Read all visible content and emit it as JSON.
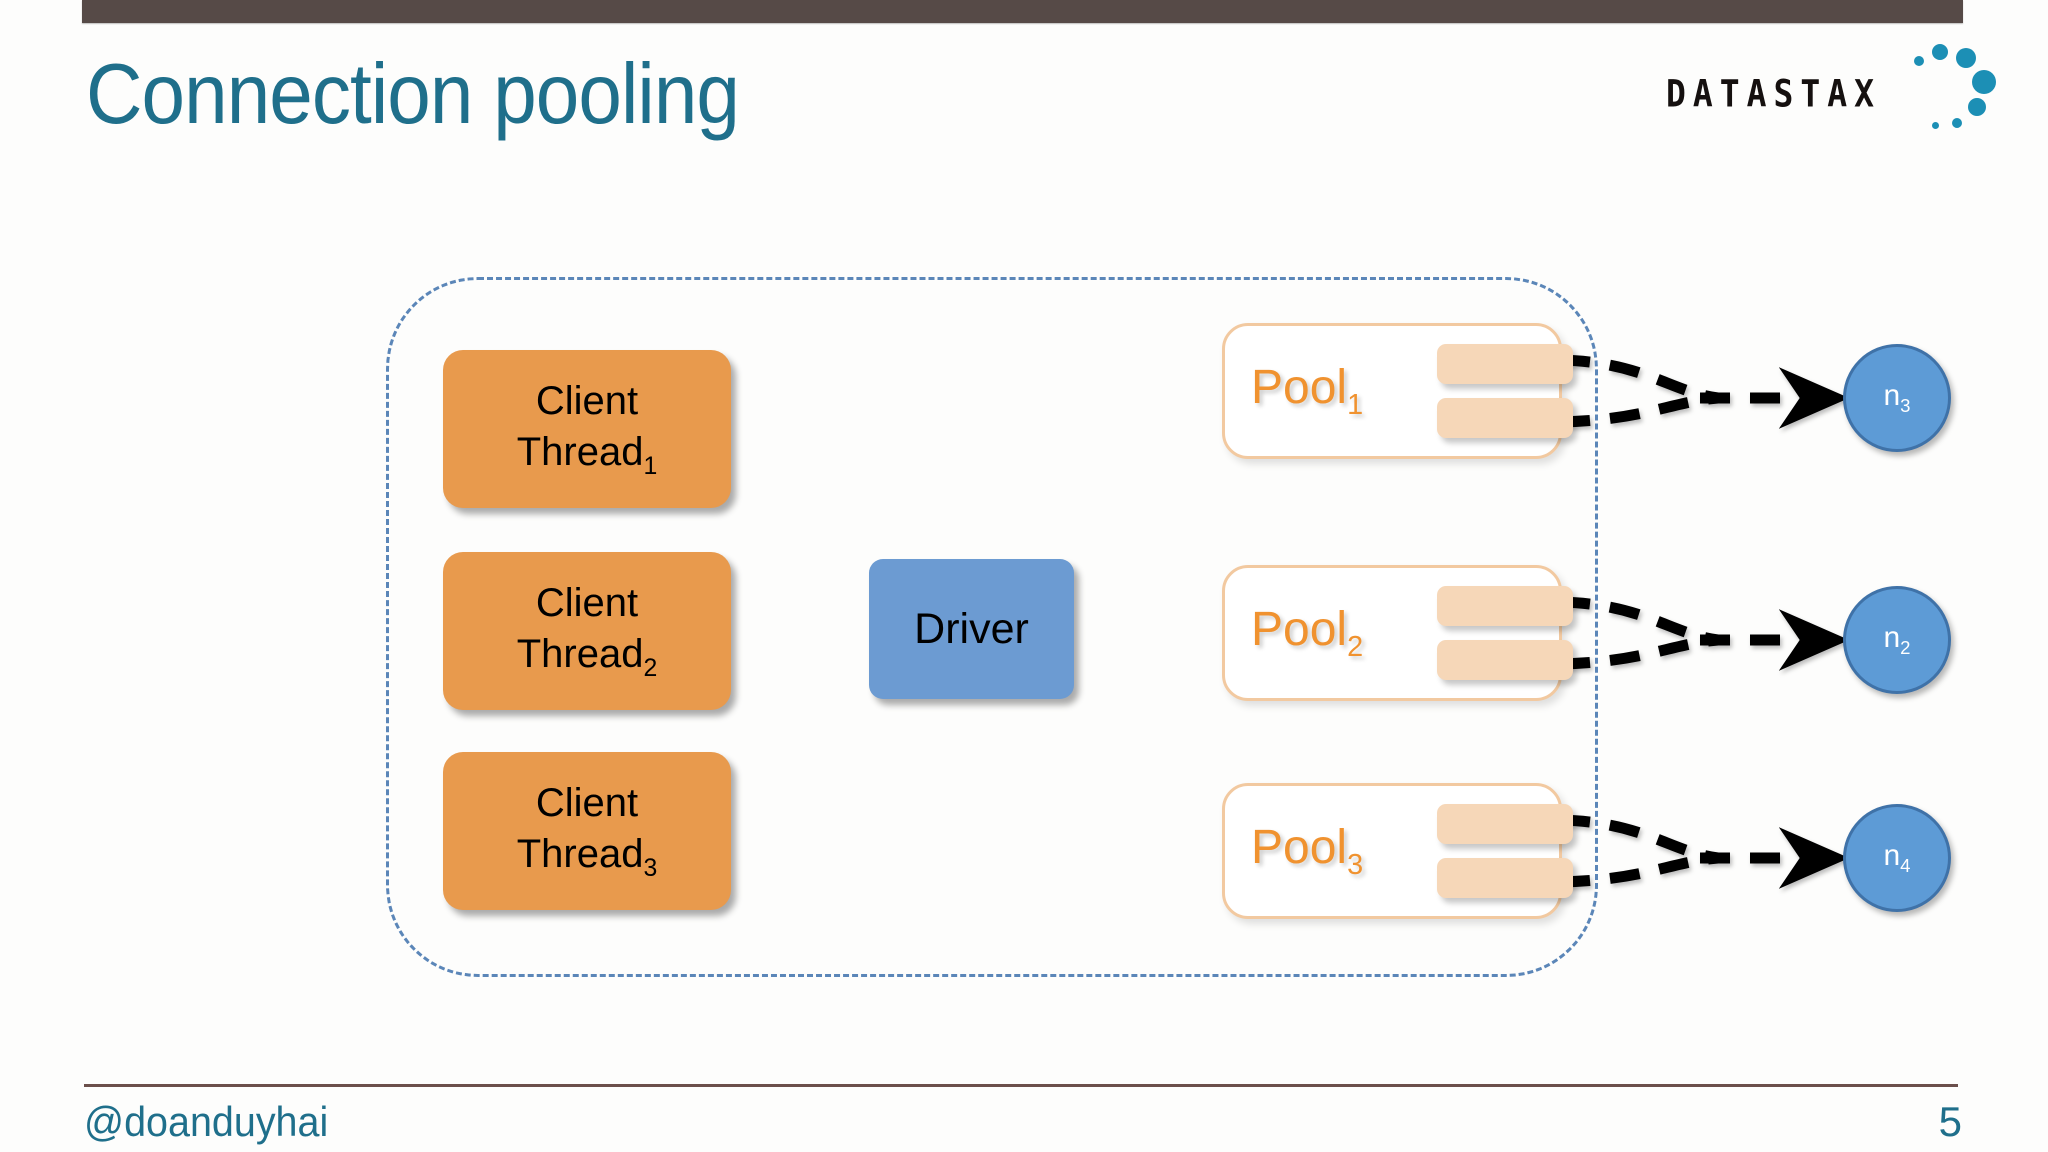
{
  "slide": {
    "title": "Connection pooling",
    "page_number": "5",
    "handle": "@doanduyhai",
    "accent_color": "#1f6f8b",
    "bar_color": "#564a47"
  },
  "logo": {
    "wordmark": "DATASTAX",
    "dot_color": "#1c8fb5",
    "icon_name": "datastax-logo"
  },
  "diagram": {
    "scope_label": "driver-scope-container",
    "scope_border_color": "#5b86b8",
    "clients": [
      {
        "line1": "Client",
        "line2": "Thread",
        "sub": "1",
        "color": "#e89a4d"
      },
      {
        "line1": "Client",
        "line2": "Thread",
        "sub": "2",
        "color": "#e89a4d"
      },
      {
        "line1": "Client",
        "line2": "Thread",
        "sub": "3",
        "color": "#e89a4d"
      }
    ],
    "driver": {
      "label": "Driver",
      "color": "#6c9bd2"
    },
    "pools": [
      {
        "label": "Pool",
        "sub": "1",
        "color": "#f0922f",
        "connections": 2
      },
      {
        "label": "Pool",
        "sub": "2",
        "color": "#f0922f",
        "connections": 2
      },
      {
        "label": "Pool",
        "sub": "3",
        "color": "#f0922f",
        "connections": 2
      }
    ],
    "nodes": [
      {
        "label": "n",
        "sub": "3",
        "color": "#5d9bd6"
      },
      {
        "label": "n",
        "sub": "2",
        "color": "#5d9bd6"
      },
      {
        "label": "n",
        "sub": "4",
        "color": "#5d9bd6"
      }
    ]
  }
}
